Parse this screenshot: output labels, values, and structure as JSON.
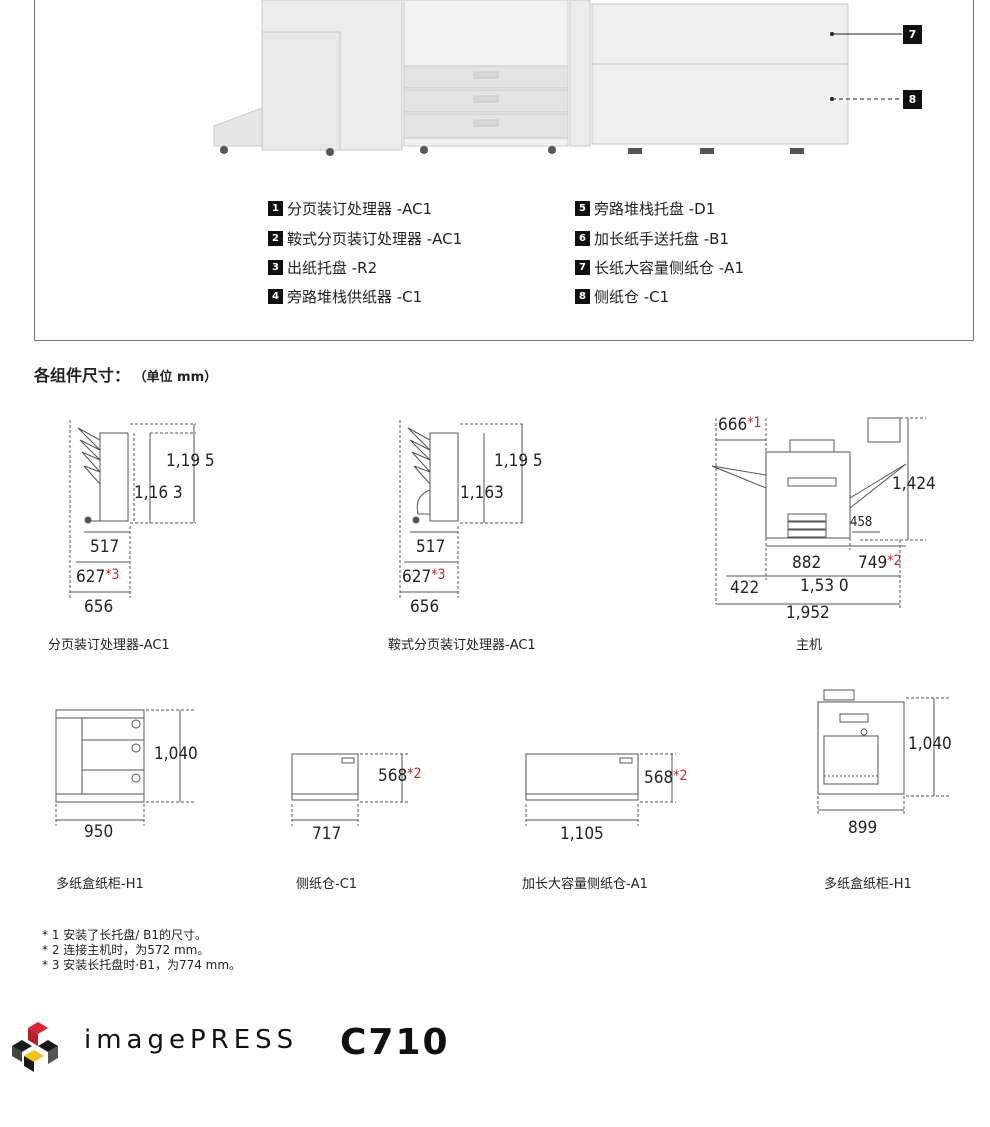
{
  "legend": [
    {
      "num": "1",
      "text": "分页装订处理器 -AC1"
    },
    {
      "num": "2",
      "text": "鞍式分页装订处理器 -AC1"
    },
    {
      "num": "3",
      "text": "出纸托盘 -R2"
    },
    {
      "num": "4",
      "text": "旁路堆栈供纸器 -C1"
    },
    {
      "num": "5",
      "text": "旁路堆栈托盘 -D1"
    },
    {
      "num": "6",
      "text": "加长纸手送托盘 -B1"
    },
    {
      "num": "7",
      "text": "长纸大容量侧纸仓 -A1"
    },
    {
      "num": "8",
      "text": "侧纸仓 -C1"
    }
  ],
  "callouts": {
    "c7": "7",
    "c8": "8"
  },
  "section": {
    "title": "各组件尺寸：",
    "unit": "（单位 mm）"
  },
  "dims": {
    "ac1": {
      "h_total": "1,19 5",
      "h_body": "1,16 3",
      "w_body": "517",
      "w_mid": "627",
      "w_mid_note": "*3",
      "w_total": "656",
      "caption": "分页装订处理器-AC1"
    },
    "saddle": {
      "h_total": "1,19 5",
      "h_body": "1,163",
      "w_body": "517",
      "w_mid": "627",
      "w_mid_note": "*3",
      "w_total": "656",
      "caption": "鞍式分页装订处理器-AC1"
    },
    "main": {
      "tray": "666",
      "tray_note": "*1",
      "height": "1,424",
      "depth_small": "458",
      "w_body": "882",
      "w_right": "749",
      "w_right_note": "*2",
      "w_left": "422",
      "w_mid": "1,53 0",
      "w_total": "1,952",
      "caption": "主机"
    },
    "cabinet_left": {
      "height": "1,040",
      "width": "950",
      "caption": "多纸盒纸柜-H1"
    },
    "side_c1": {
      "height": "568",
      "height_note": "*2",
      "width": "717",
      "caption": "侧纸仓-C1"
    },
    "side_a1": {
      "height": "568",
      "height_note": "*2",
      "width": "1,105",
      "caption": "加长大容量侧纸仓-A1"
    },
    "cabinet_right": {
      "height": "1,040",
      "width": "899",
      "caption": "多纸盒纸柜-H1"
    }
  },
  "notes": [
    "* 1 安装了长托盘/ B1的尺寸。",
    "* 2 连接主机时，为572 mm。",
    "* 3 安装长托盘时·B1，为774 mm。"
  ],
  "brand": {
    "name": "imagePRESS",
    "model": "C710"
  },
  "colors": {
    "accent_red": "#c0272d",
    "line": "#555555"
  }
}
